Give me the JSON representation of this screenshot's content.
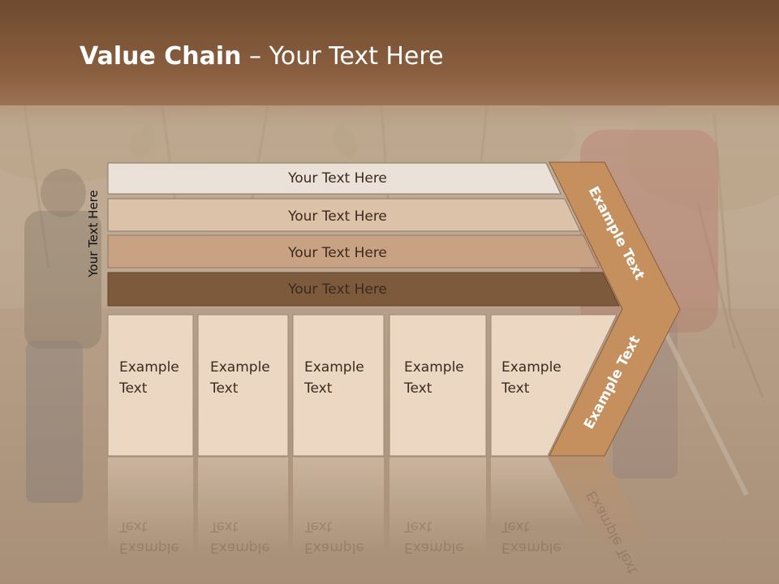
{
  "slide": {
    "title_bold": "Value Chain",
    "title_rest": " – Your Text Here",
    "side_label": "Your Text Here"
  },
  "bars": [
    {
      "label": "Your Text Here",
      "color": "#ece1d8"
    },
    {
      "label": "Your Text Here",
      "color": "#dcc2a8"
    },
    {
      "label": "Your Text Here",
      "color": "#c8a283"
    },
    {
      "label": "Your Text Here",
      "color": "#7e5a3c"
    }
  ],
  "boxes": [
    {
      "line1": "Example",
      "line2": "Text"
    },
    {
      "line1": "Example",
      "line2": "Text"
    },
    {
      "line1": "Example",
      "line2": "Text"
    },
    {
      "line1": "Example",
      "line2": "Text"
    },
    {
      "line1": "Example",
      "line2": "Text"
    }
  ],
  "chevron": {
    "upper_text": "Example Text",
    "lower_text": "Example Text",
    "color": "#c58f5e"
  },
  "colors": {
    "box_fill": "#ecd7c3",
    "text": "#3b2a1e"
  }
}
